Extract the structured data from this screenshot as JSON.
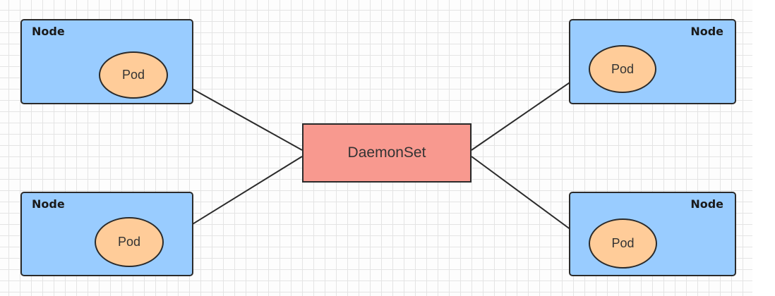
{
  "diagram": {
    "center": {
      "label": "DaemonSet"
    },
    "nodes": [
      {
        "label": "Node",
        "pod": "Pod"
      },
      {
        "label": "Node",
        "pod": "Pod"
      },
      {
        "label": "Node",
        "pod": "Pod"
      },
      {
        "label": "Node",
        "pod": "Pod"
      }
    ]
  },
  "colors": {
    "node_fill": "#99ccff",
    "pod_fill": "#ffcc99",
    "daemonset_fill": "#f8998f",
    "stroke": "#2b2b2b",
    "grid": "#e4e4e4"
  }
}
